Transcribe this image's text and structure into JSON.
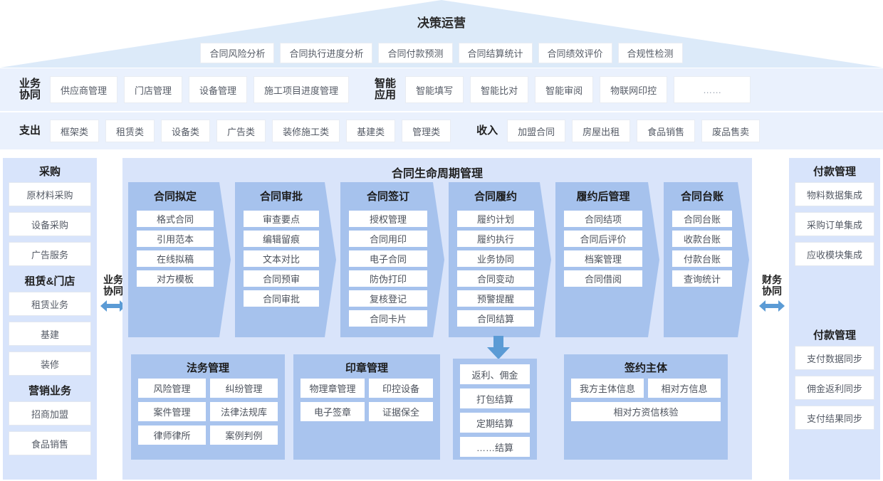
{
  "pyramid": {
    "title": "决策运营",
    "chips": [
      "合同风险分析",
      "合同执行进度分析",
      "合同付款预测",
      "合同结算统计",
      "合同绩效评价",
      "合规性检测"
    ]
  },
  "band_business": {
    "label": "业务\n协同",
    "items": [
      "供应商管理",
      "门店管理",
      "设备管理",
      "施工项目进度管理"
    ],
    "label2": "智能\n应用",
    "items2": [
      "智能填写",
      "智能比对",
      "智能审阅",
      "物联网印控",
      "……"
    ]
  },
  "band_money": {
    "label": "支出",
    "items": [
      "框架类",
      "租赁类",
      "设备类",
      "广告类",
      "装修施工类",
      "基建类",
      "管理类"
    ],
    "label2": "收入",
    "items2": [
      "加盟合同",
      "房屋出租",
      "食品销售",
      "废品售卖"
    ]
  },
  "side_left": {
    "groups": [
      {
        "head": "采购",
        "items": [
          "原材料采购",
          "设备采购",
          "广告服务"
        ]
      },
      {
        "head": "租赁&门店",
        "items": [
          "租赁业务",
          "基建",
          "装修"
        ]
      },
      {
        "head": "营销业务",
        "items": [
          "招商加盟",
          "食品销售"
        ]
      }
    ]
  },
  "side_right": {
    "groups": [
      {
        "head": "付款管理",
        "items": [
          "物料数据集成",
          "采购订单集成",
          "应收模块集成"
        ]
      },
      {
        "head": "付款管理",
        "items": [
          "支付数据同步",
          "佣金返利同步",
          "支付结果同步"
        ]
      }
    ]
  },
  "collab_left": {
    "text": "业务\n协同"
  },
  "collab_right": {
    "text": "财务\n协同"
  },
  "main": {
    "title": "合同生命周期管理",
    "stages": [
      {
        "title": "合同拟定",
        "items": [
          "格式合同",
          "引用范本",
          "在线拟稿",
          "对方模板"
        ]
      },
      {
        "title": "合同审批",
        "items": [
          "审查要点",
          "编辑留痕",
          "文本对比",
          "合同预审",
          "合同审批"
        ]
      },
      {
        "title": "合同签订",
        "items": [
          "授权管理",
          "合同用印",
          "电子合同",
          "防伪打印",
          "复核登记",
          "合同卡片"
        ]
      },
      {
        "title": "合同履约",
        "items": [
          "履约计划",
          "履约执行",
          "业务协同",
          "合同变动",
          "预警提醒",
          "合同结算"
        ]
      },
      {
        "title": "履约后管理",
        "items": [
          "合同结项",
          "合同后评价",
          "档案管理",
          "合同借阅"
        ]
      },
      {
        "title": "合同台账",
        "items": [
          "合同台账",
          "收款台账",
          "付款台账",
          "查询统计"
        ]
      }
    ]
  },
  "legal": {
    "title": "法务管理",
    "items": [
      "风险管理",
      "纠纷管理",
      "案件管理",
      "法律法规库",
      "律师律所",
      "案例判例"
    ]
  },
  "seal": {
    "title": "印章管理",
    "items": [
      "物理章管理",
      "印控设备",
      "电子签章",
      "证据保全"
    ]
  },
  "settlement": {
    "items": [
      "返利、佣金",
      "打包结算",
      "定期结算",
      "……结算"
    ]
  },
  "party": {
    "title": "签约主体",
    "items": [
      "我方主体信息",
      "相对方信息",
      "相对方资信核验"
    ]
  },
  "colors": {
    "pyramid_bg": "#dceaf9",
    "band_bg": "#eaf1fd",
    "panel_bg": "#d9e4fa",
    "chevron": "#a6c2ed",
    "box": "#a9c4ee",
    "arrow": "#5b9bd5",
    "side_bg": "#d8e4fb"
  }
}
